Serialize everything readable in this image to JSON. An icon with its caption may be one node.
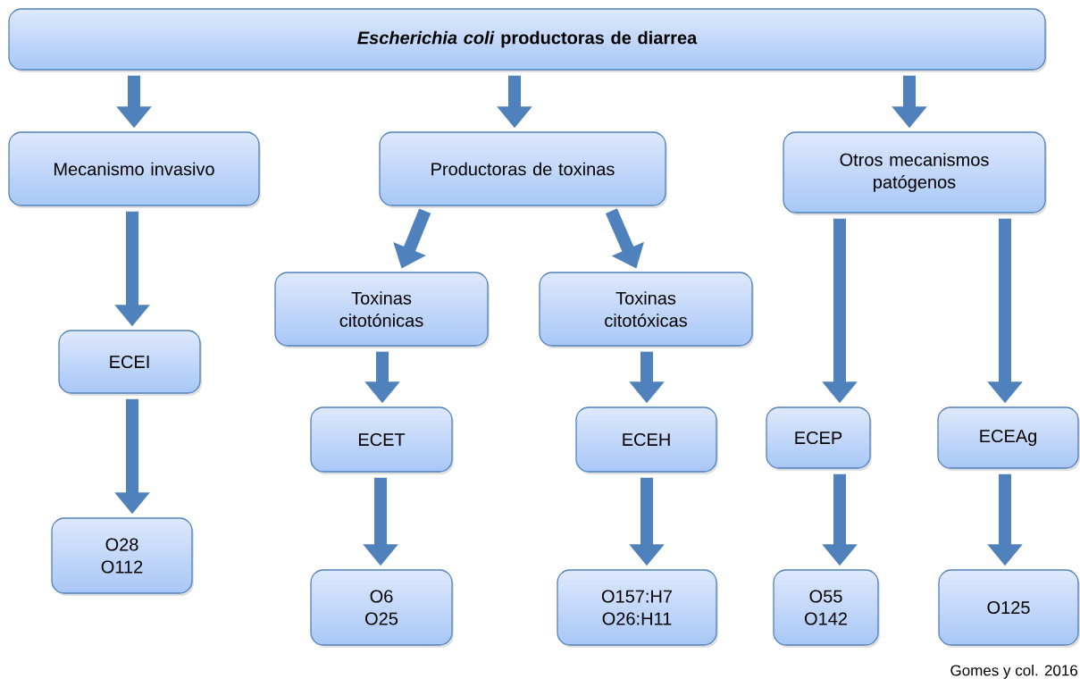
{
  "diagram": {
    "nodes": [
      {
        "text": [
          "*Escherichia coli* productoras de diarrea"
        ]
      },
      {
        "text": [
          "Mecanismo invasivo"
        ]
      },
      {
        "text": [
          "Productoras de toxinas"
        ]
      },
      {
        "text": [
          "Otros mecanismos patógenos"
        ]
      },
      {
        "text": [
          "Toxinas citotónicas"
        ]
      },
      {
        "text": [
          "Toxinas citotóxicas"
        ]
      },
      {
        "text": [
          "ECEI"
        ]
      },
      {
        "text": [
          "ECET"
        ]
      },
      {
        "text": [
          "ECEH"
        ]
      },
      {
        "text": [
          "ECEP"
        ]
      },
      {
        "text": [
          "ECEAg"
        ]
      },
      {
        "text": [
          "O28 O112"
        ]
      },
      {
        "text": [
          "O6 O25"
        ]
      },
      {
        "text": [
          "O157:H7 O26:H11"
        ]
      },
      {
        "text": [
          "O55 O142"
        ]
      },
      {
        "text": [
          "O125"
        ]
      }
    ],
    "edges": [
      {
        "from": 0,
        "to": 1,
        "arrow": "to"
      },
      {
        "from": 0,
        "to": 2,
        "arrow": "to"
      },
      {
        "from": 0,
        "to": 3,
        "arrow": "to"
      },
      {
        "from": 1,
        "to": 6,
        "arrow": "to"
      },
      {
        "from": 6,
        "to": 11,
        "arrow": "to"
      },
      {
        "from": 2,
        "to": 4,
        "arrow": "to"
      },
      {
        "from": 2,
        "to": 5,
        "arrow": "to"
      },
      {
        "from": 4,
        "to": 7,
        "arrow": "to"
      },
      {
        "from": 5,
        "to": 8,
        "arrow": "to"
      },
      {
        "from": 7,
        "to": 12,
        "arrow": "to"
      },
      {
        "from": 8,
        "to": 13,
        "arrow": "to"
      },
      {
        "from": 3,
        "to": 9,
        "arrow": "to"
      },
      {
        "from": 3,
        "to": 10,
        "arrow": "to"
      },
      {
        "from": 9,
        "to": 14,
        "arrow": "to"
      },
      {
        "from": 10,
        "to": 15,
        "arrow": "to"
      }
    ],
    "labels": [
      "Gomes y col. 2016"
    ]
  }
}
